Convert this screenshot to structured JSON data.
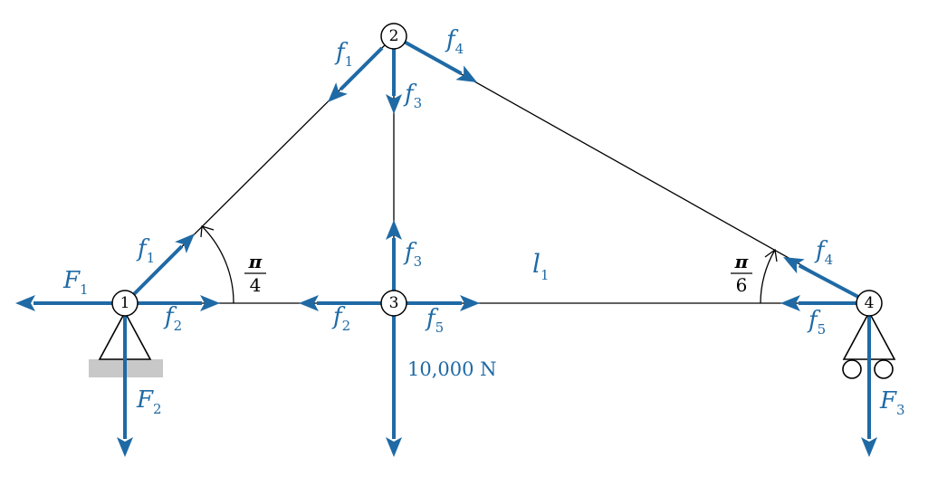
{
  "colors": {
    "force": "#1f6aa5",
    "ground": "#c8c8c8"
  },
  "nodes": [
    {
      "id": "1"
    },
    {
      "id": "2"
    },
    {
      "id": "3"
    },
    {
      "id": "4"
    }
  ],
  "member_forces": [
    {
      "sym": "f",
      "sub": "1"
    },
    {
      "sym": "f",
      "sub": "2"
    },
    {
      "sym": "f",
      "sub": "3"
    },
    {
      "sym": "f",
      "sub": "4"
    },
    {
      "sym": "f",
      "sub": "5"
    }
  ],
  "reactions": [
    {
      "sym": "F",
      "sub": "1"
    },
    {
      "sym": "F",
      "sub": "2"
    },
    {
      "sym": "F",
      "sub": "3"
    }
  ],
  "length_label": {
    "sym": "l",
    "sub": "1"
  },
  "angles": {
    "left": {
      "num": "π",
      "den": "4"
    },
    "right": {
      "num": "π",
      "den": "6"
    }
  },
  "load_label": "10,000 N"
}
